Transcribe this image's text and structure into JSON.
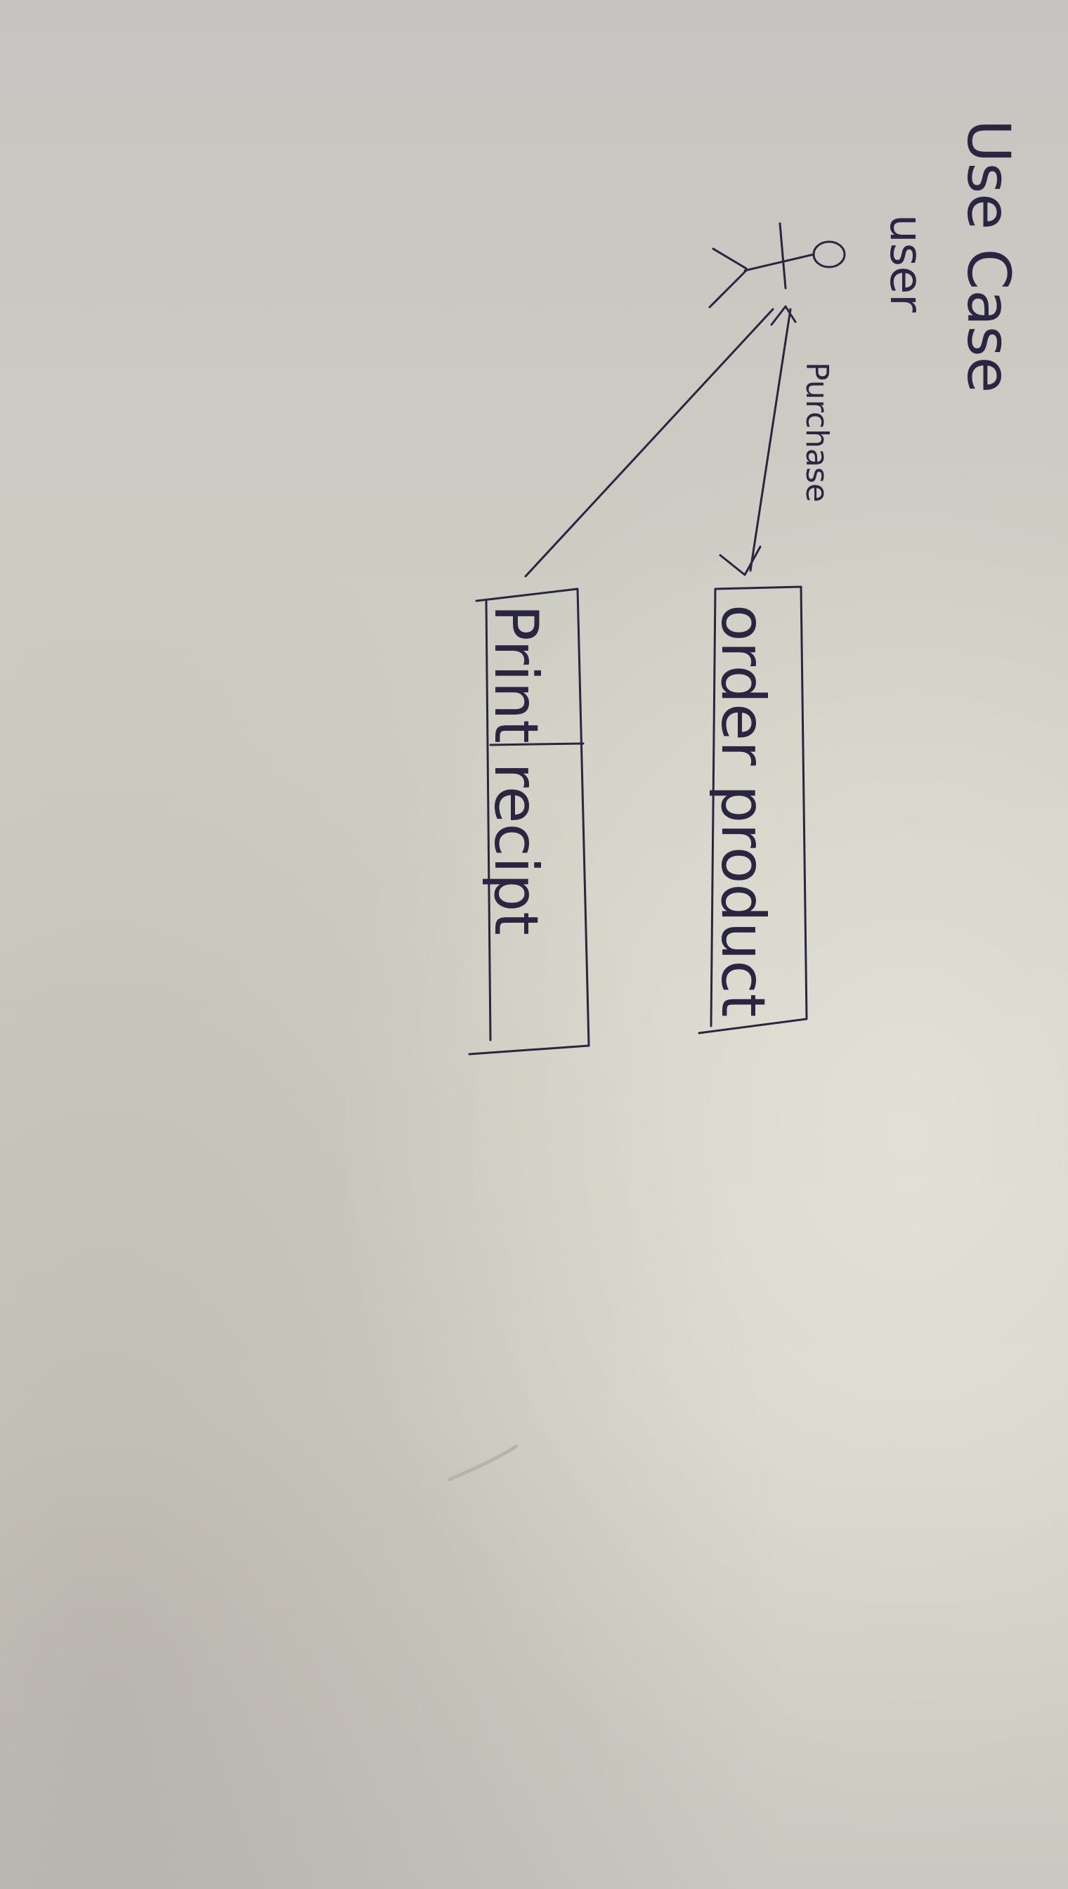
{
  "diagram": {
    "title": "Use Case",
    "actor": {
      "label": "user"
    },
    "association_label": "Purchase",
    "use_cases": [
      {
        "label": "order product"
      },
      {
        "label": "Print recipt"
      }
    ],
    "ink_color": "#2a2540",
    "paper_color": "#d0cfc3"
  }
}
